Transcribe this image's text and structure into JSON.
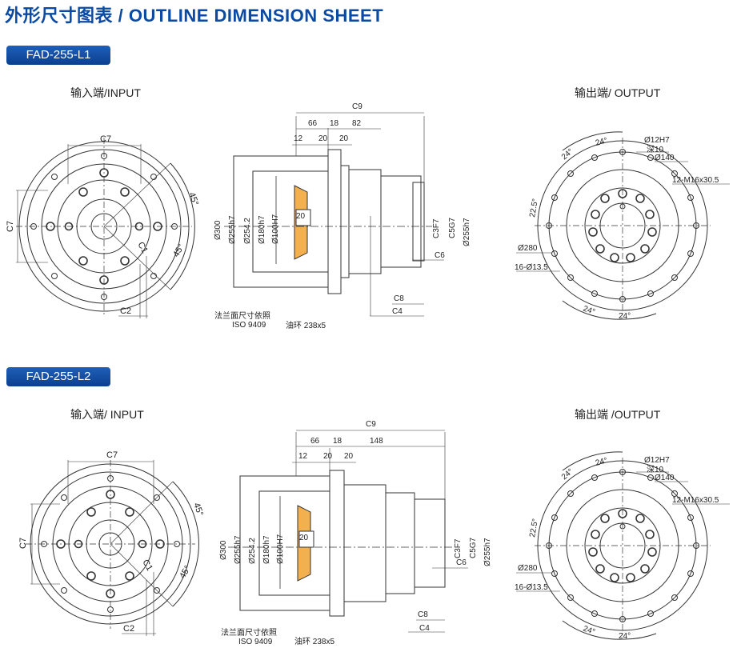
{
  "page": {
    "title": "外形尺寸图表 / OUTLINE DIMENSION SHEET",
    "accent_color": "#0b4aa2"
  },
  "views": [
    {
      "model": "FAD-255-L1",
      "input_label": "输入端/INPUT",
      "output_label": "输出端/ OUTPUT",
      "input": {
        "c7_h": "C7",
        "c7_v": "C7",
        "angle": "45°",
        "angle2": "45°",
        "c1": "C1",
        "c2": "C2"
      },
      "side": {
        "c9": "C9",
        "d66": "66",
        "d18": "18",
        "d82": "82",
        "d12": "12",
        "d20a": "20",
        "d20b": "20",
        "d20c": "20",
        "d300": "Ø300",
        "d255h7": "Ø255h7",
        "d254": "Ø254.2",
        "d180": "Ø180h7",
        "d100": "Ø100H7",
        "c3": "C3F7",
        "c5": "C5G7",
        "d255h7b": "Ø255h7",
        "c6": "C6",
        "c8": "C8",
        "c4": "C4",
        "flange_note": "法兰面尺寸依照",
        "iso": "ISO 9409",
        "oilring": "油环 238x5"
      },
      "output": {
        "d12h7": "Ø12H7",
        "depth": "深10",
        "d140": "Ø140",
        "thread": "12-M16x30.5",
        "a24_1": "24°",
        "a24_2": "24°",
        "a22": "22.5°",
        "d280": "Ø280",
        "holes": "16-Ø13.5",
        "a24_3": "24°",
        "a24_4": "24°"
      }
    },
    {
      "model": "FAD-255-L2",
      "input_label": "输入端/ INPUT",
      "output_label": "输出端 /OUTPUT",
      "input": {
        "c7_h": "C7",
        "c7_v": "C7",
        "angle": "45°",
        "angle2": "45°",
        "c1": "C1",
        "c2": "C2"
      },
      "side": {
        "c9": "C9",
        "d66": "66",
        "d18": "18",
        "d82": "148",
        "d12": "12",
        "d20a": "20",
        "d20b": "20",
        "d20c": "20",
        "d300": "Ø300",
        "d255h7": "Ø255h7",
        "d254": "Ø254.2",
        "d180": "Ø180h7",
        "d100": "Ø100H7",
        "c3": "C3F7",
        "c5": "C5G7",
        "d255h7b": "Ø255h7",
        "c6": "C6",
        "c8": "C8",
        "c4": "C4",
        "flange_note": "法兰面尺寸依照",
        "iso": "ISO 9409",
        "oilring": "油环 238x5"
      },
      "output": {
        "d12h7": "Ø12H7",
        "depth": "深10",
        "d140": "Ø140",
        "thread": "12-M16x30.5",
        "a24_1": "24°",
        "a24_2": "24°",
        "a22": "22.5°",
        "d280": "Ø280",
        "holes": "16-Ø13.5",
        "a24_3": "24°",
        "a24_4": "24°"
      }
    }
  ]
}
